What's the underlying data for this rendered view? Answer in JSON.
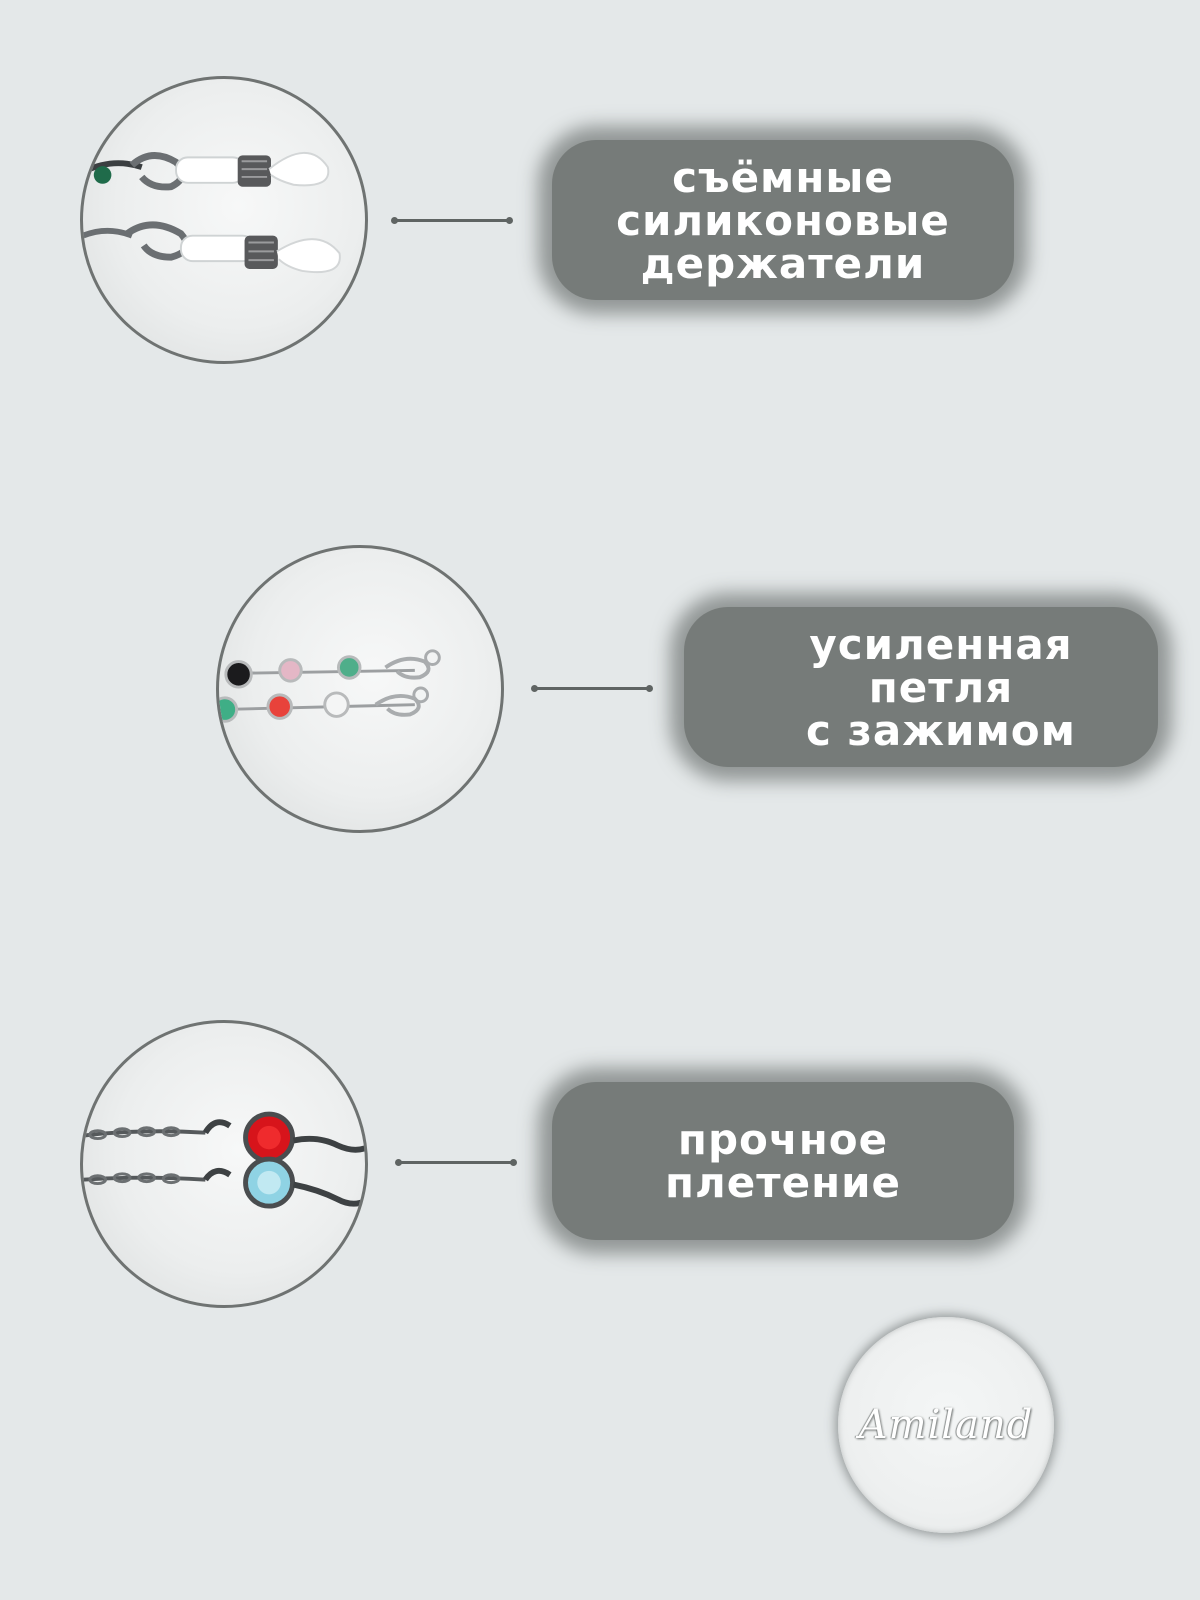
{
  "features": [
    {
      "lines": [
        "съёмные",
        "силиконовые",
        "держатели"
      ],
      "image_icon": "silicone-holders-photo"
    },
    {
      "lines": [
        "усиленная",
        "петля",
        "с зажимом"
      ],
      "image_icon": "crystal-clasp-photo"
    },
    {
      "lines": [
        "прочное",
        "плетение"
      ],
      "image_icon": "chain-weave-photo"
    }
  ],
  "brand": {
    "name": "Amiland"
  },
  "colors": {
    "background": "#e4e8e9",
    "label_bg": "#767b79",
    "label_text": "#ffffff",
    "line": "#5f6463"
  }
}
